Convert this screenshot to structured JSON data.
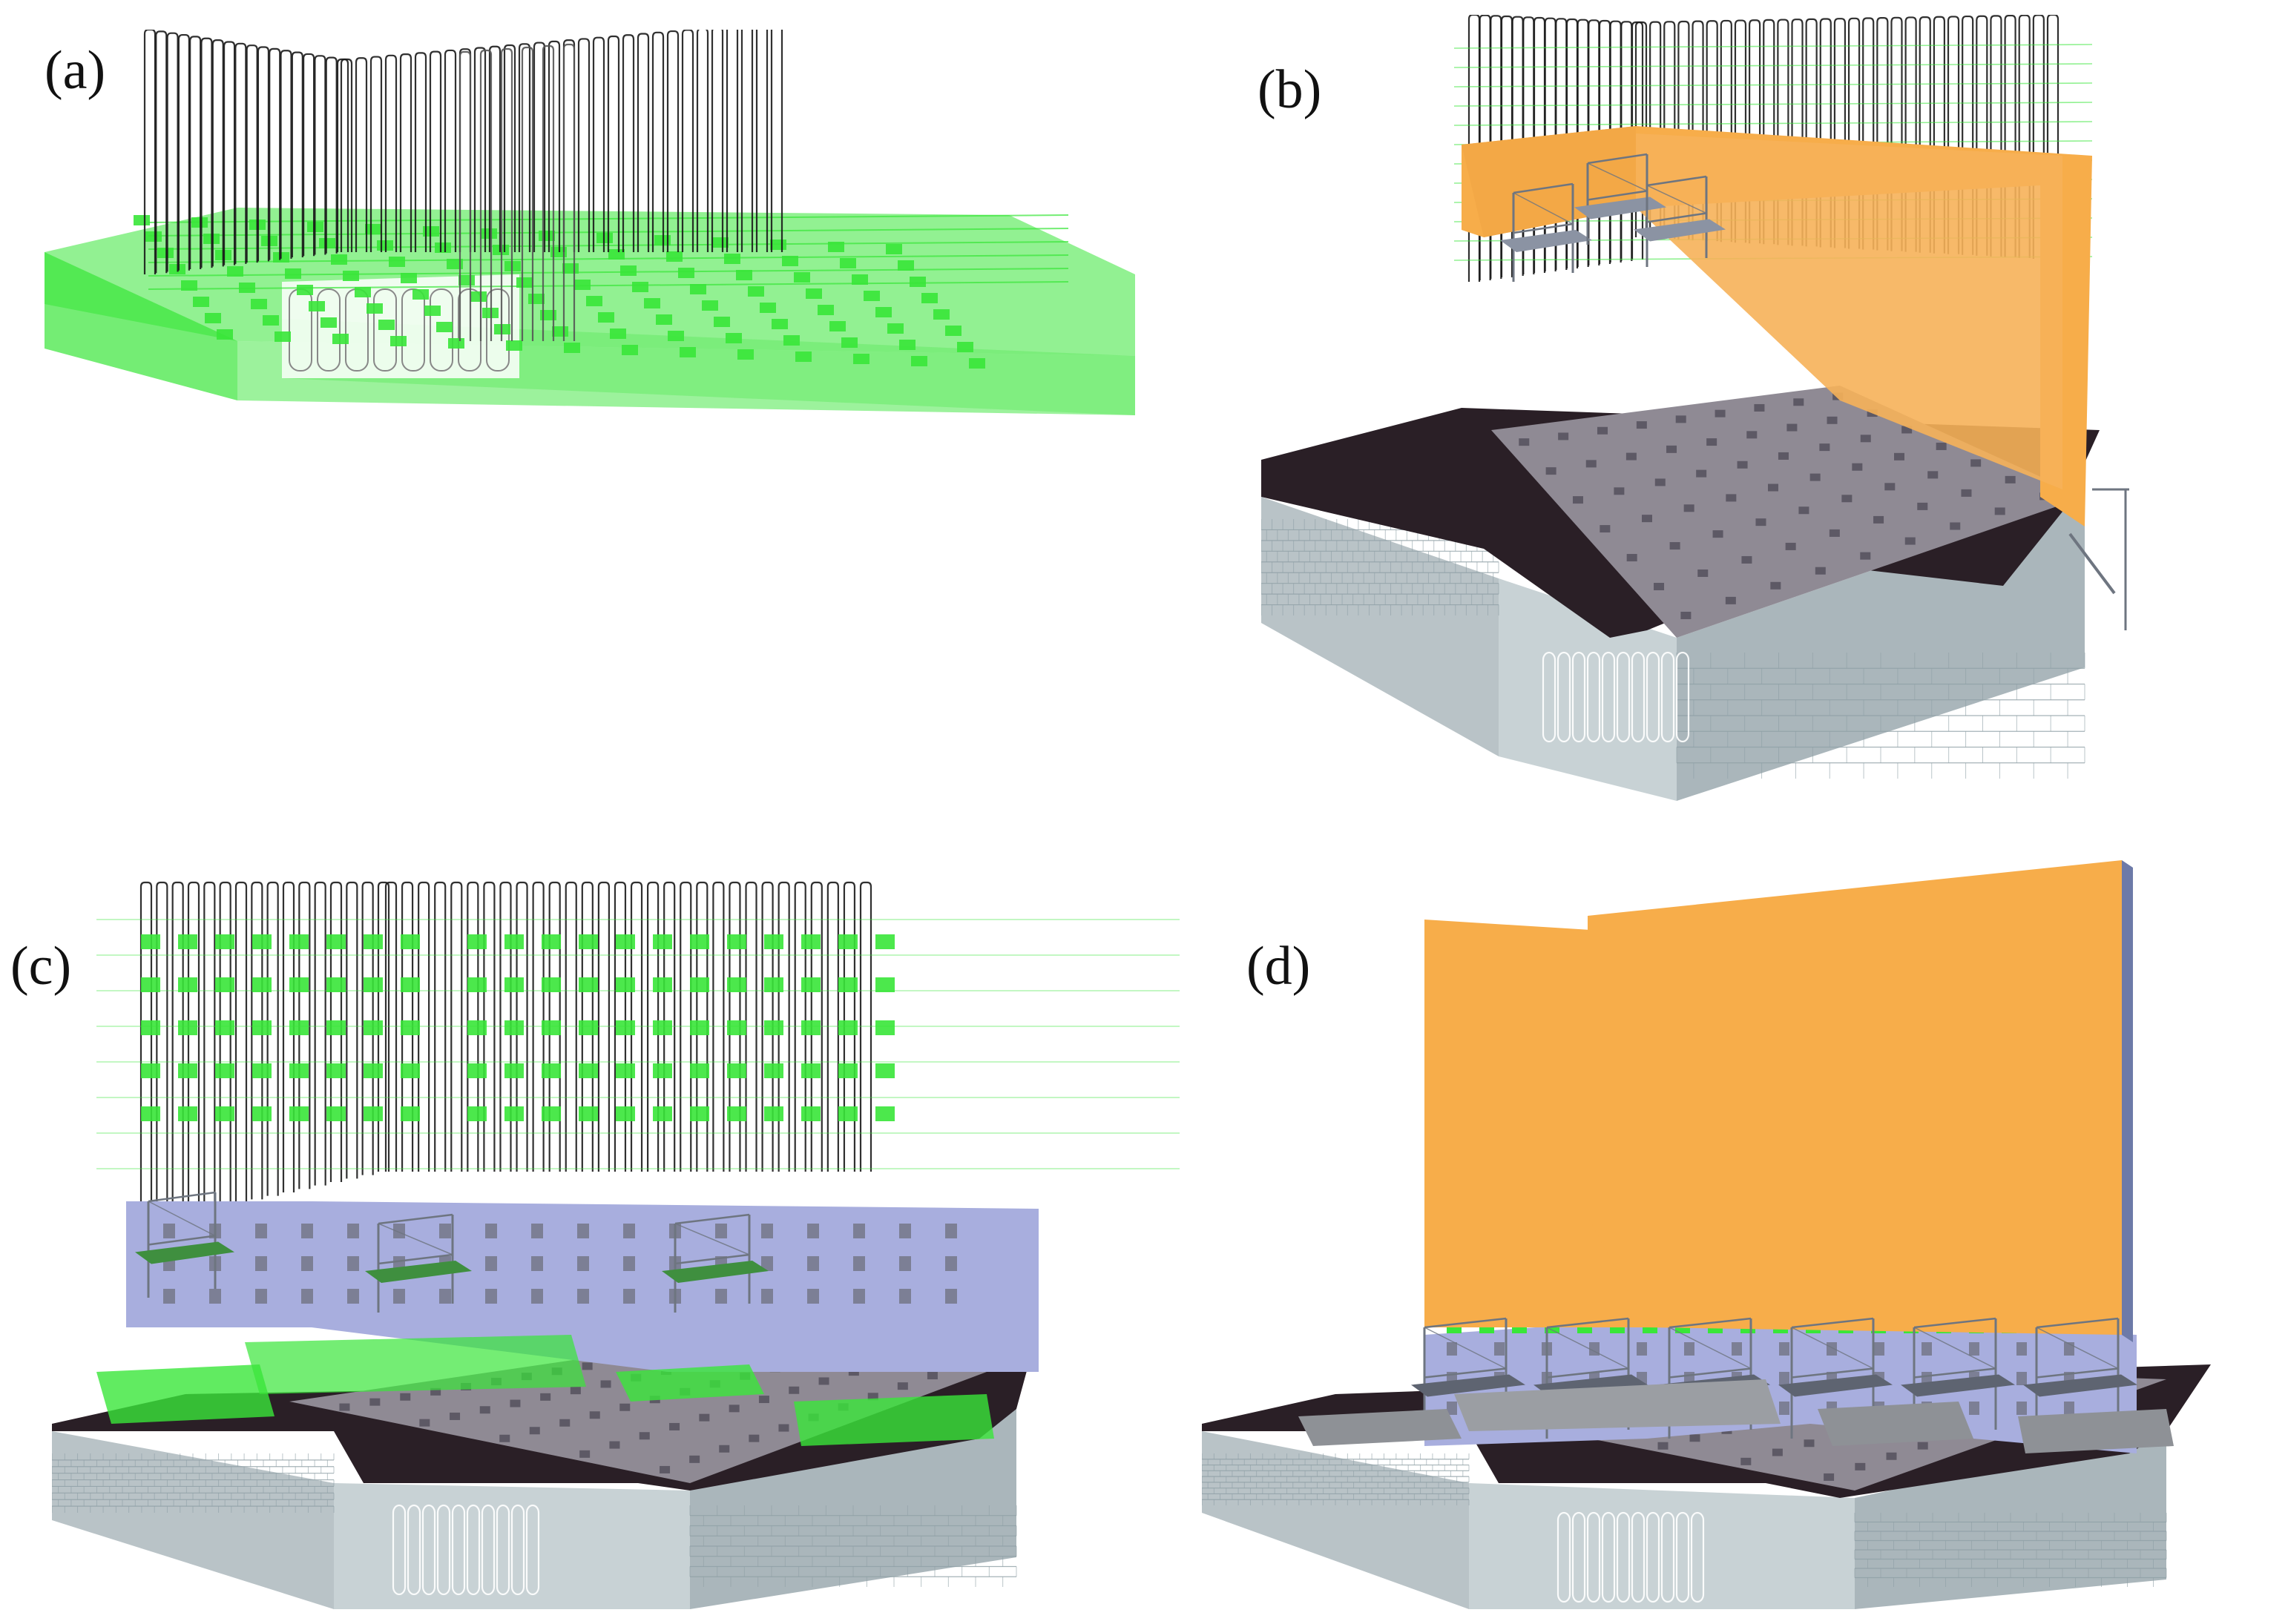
{
  "figure": {
    "panels": [
      {
        "id": "a",
        "label": "(a)"
      },
      {
        "id": "b",
        "label": "(b)"
      },
      {
        "id": "c",
        "label": "(c)"
      },
      {
        "id": "d",
        "label": "(d)"
      }
    ]
  },
  "colors": {
    "rebar": "#1a1a1a",
    "highlight_green": "#39e639",
    "formwork_orange": "#f7ad4a",
    "wall_lavender": "#a8aede",
    "slab_dark": "#2a1f26",
    "floor_grey": "#8f8a94",
    "block_grey": "#b9c3c7",
    "scaffold_grey": "#6e7580"
  }
}
